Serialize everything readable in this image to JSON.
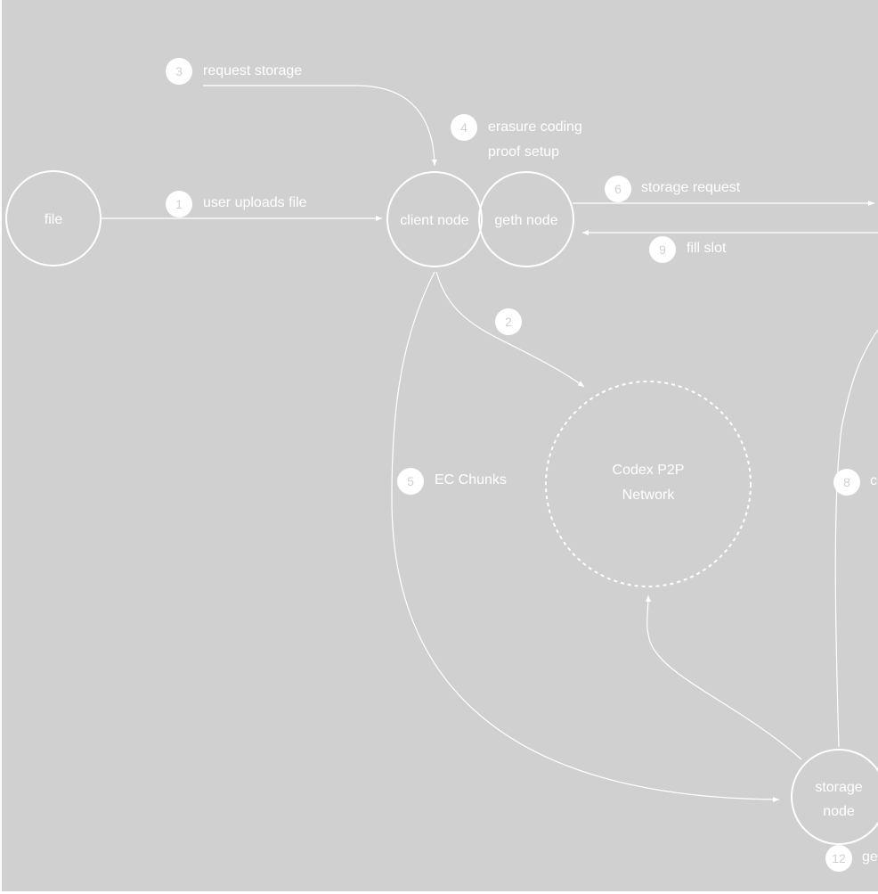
{
  "colors": {
    "background": "#d0d0d0",
    "stroke": "#ffffff",
    "text": "#ffffff"
  },
  "nodes": {
    "file": "file",
    "client": "client node",
    "geth": "geth node",
    "network_line1": "Codex P2P",
    "network_line2": "Network",
    "storage_line1": "storage",
    "storage_line2": "node"
  },
  "steps": [
    {
      "num": "1",
      "label": "user uploads file"
    },
    {
      "num": "2",
      "label": ""
    },
    {
      "num": "3",
      "label": "request storage"
    },
    {
      "num": "4",
      "label": "erasure coding",
      "label2": "proof setup"
    },
    {
      "num": "5",
      "label": "EC Chunks"
    },
    {
      "num": "6",
      "label": "storage request"
    },
    {
      "num": "8",
      "label": "c"
    },
    {
      "num": "9",
      "label": "fill slot"
    },
    {
      "num": "12",
      "label": "ge"
    }
  ]
}
